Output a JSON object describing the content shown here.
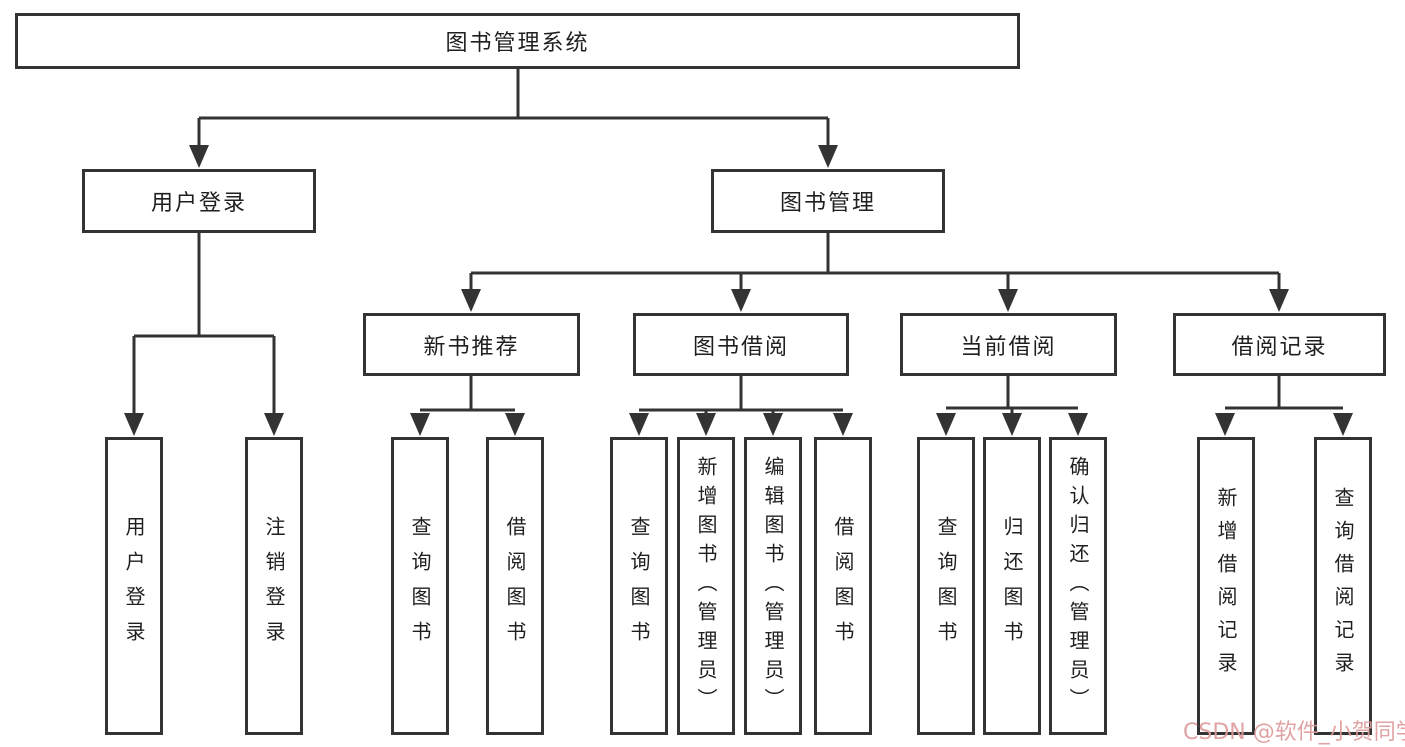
{
  "page": {
    "background": "#ffffff"
  },
  "diagram": {
    "root": {
      "label": "图书管理系统"
    },
    "level2": [
      {
        "label": "用户登录"
      },
      {
        "label": "图书管理"
      }
    ],
    "level3": [
      {
        "label": "新书推荐"
      },
      {
        "label": "图书借阅"
      },
      {
        "label": "当前借阅"
      },
      {
        "label": "借阅记录"
      }
    ],
    "leaves": [
      {
        "label": "用户登录"
      },
      {
        "label": "注销登录"
      },
      {
        "label": "查询图书"
      },
      {
        "label": "借阅图书"
      },
      {
        "label": "查询图书"
      },
      {
        "label": "新增图书（管理员）"
      },
      {
        "label": "编辑图书（管理员）"
      },
      {
        "label": "借阅图书"
      },
      {
        "label": "查询图书"
      },
      {
        "label": "归还图书"
      },
      {
        "label": "确认归还（管理员）"
      },
      {
        "label": "新增借阅记录"
      },
      {
        "label": "查询借阅记录"
      }
    ],
    "line_color": "#333333",
    "text_color": "#1f1f1f"
  },
  "watermark": {
    "text": "CSDN @软件_小贺同学",
    "color": "#dd9c9c"
  }
}
